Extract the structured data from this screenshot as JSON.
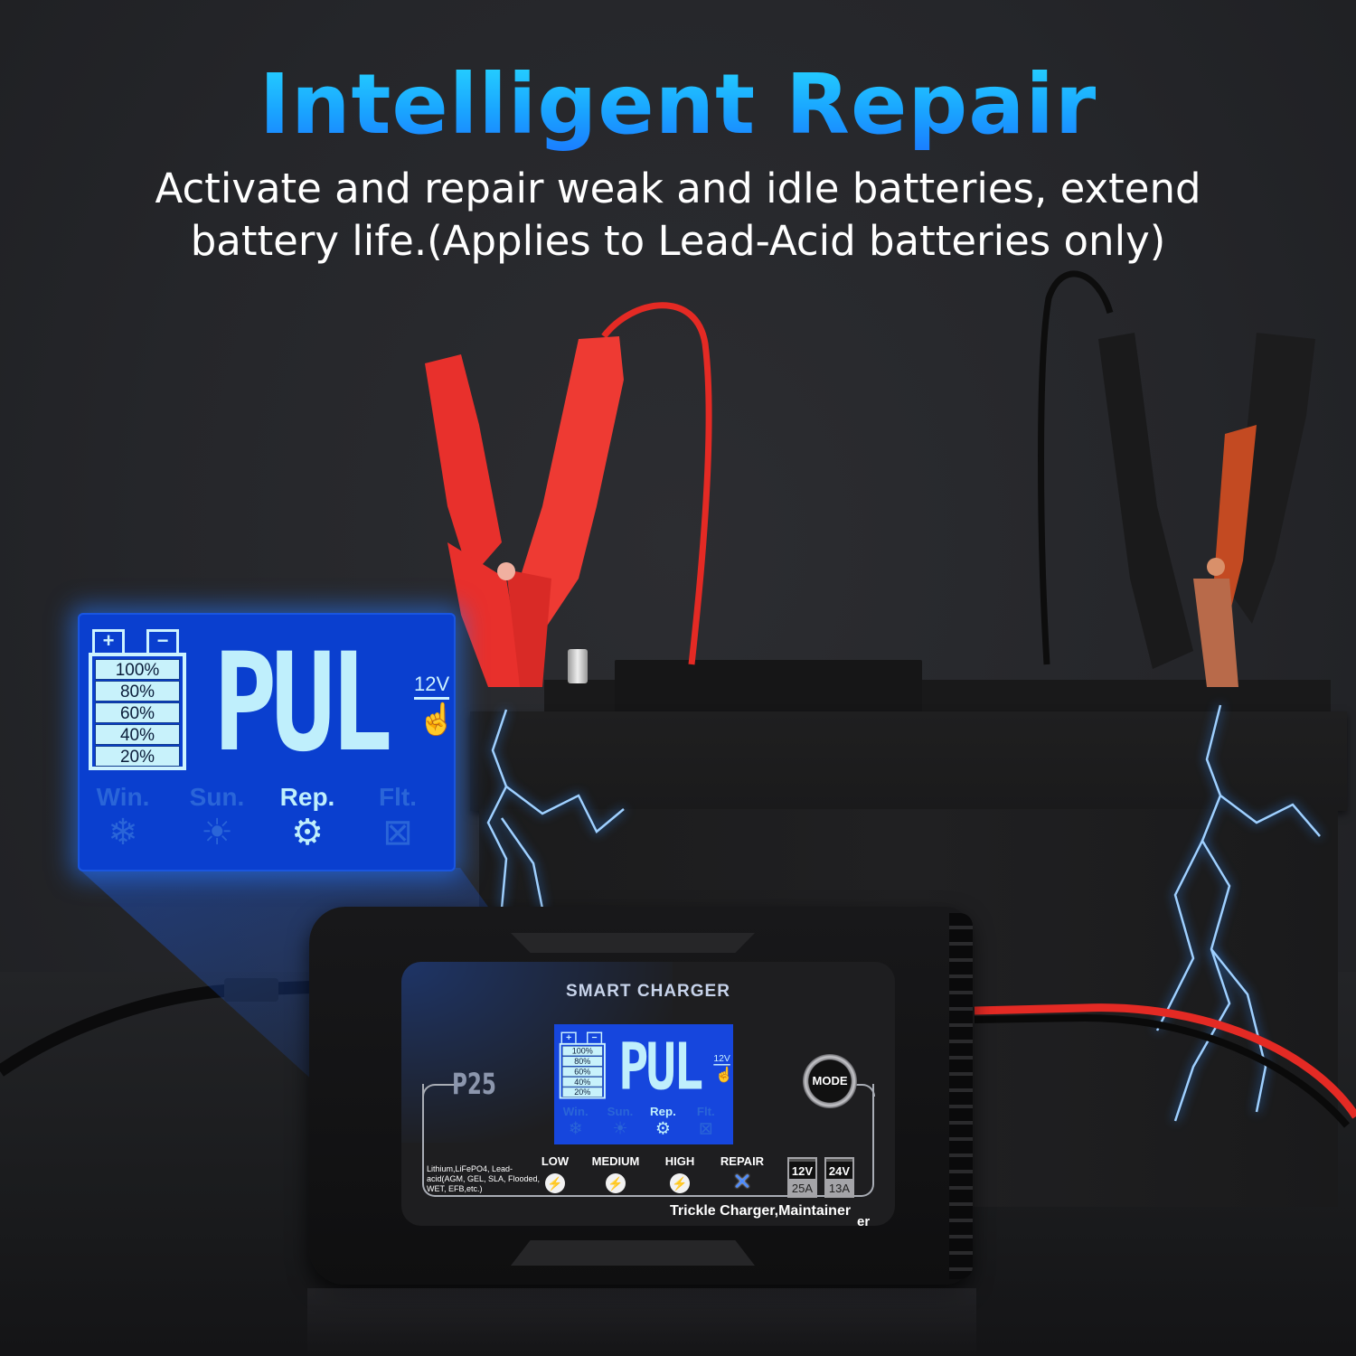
{
  "header": {
    "title": "Intelligent Repair",
    "subtitle_line1": "Activate and repair weak and idle batteries, extend",
    "subtitle_line2": "battery life.(Applies to Lead-Acid batteries only)"
  },
  "colors": {
    "background": "#25262a",
    "title_gradient_top": "#27d8ff",
    "title_gradient_bottom": "#1a7cff",
    "lcd_blue": "#0a3fcf",
    "lcd_segment": "#bfeffc",
    "lcd_inactive": "#2a65d8",
    "clamp_red": "#e8302c",
    "clamp_black": "#1a1a1a",
    "lightning": "#9fd0ff"
  },
  "lcd": {
    "battery_terminals": {
      "plus": "+",
      "minus": "−"
    },
    "battery_levels": [
      "100%",
      "80%",
      "60%",
      "40%",
      "20%"
    ],
    "display_text": "PUL",
    "voltage": "12V",
    "hand_icon": "☝",
    "modes": [
      {
        "label": "Win.",
        "icon": "❄",
        "icon_name": "snowflake-icon",
        "active": false
      },
      {
        "label": "Sun.",
        "icon": "☀",
        "icon_name": "sun-icon",
        "active": false
      },
      {
        "label": "Rep.",
        "icon": "⚙",
        "icon_name": "repair-wrench-icon",
        "active": true
      },
      {
        "label": "Flt.",
        "icon": "⊠",
        "icon_name": "float-battery-icon",
        "active": false
      }
    ]
  },
  "charger": {
    "brand_label": "SMART  CHARGER",
    "model": "P25",
    "mode_button": "MODE",
    "chemistry_text": "Lithium,LiFePO4, Lead-acid(AGM, GEL, SLA, Flooded, WET, EFB,etc.)",
    "rates": [
      {
        "label": "LOW",
        "icon": "⚡"
      },
      {
        "label": "MEDIUM",
        "icon": "⚡"
      },
      {
        "label": "HIGH",
        "icon": "⚡"
      },
      {
        "label": "REPAIR",
        "icon": "✕"
      }
    ],
    "voltage_badges": [
      {
        "voltage": "12V",
        "current": "25A"
      },
      {
        "voltage": "24V",
        "current": "13A"
      }
    ],
    "footer_label": "Trickle Charger,Maintainer",
    "footer_fragment": "er"
  }
}
